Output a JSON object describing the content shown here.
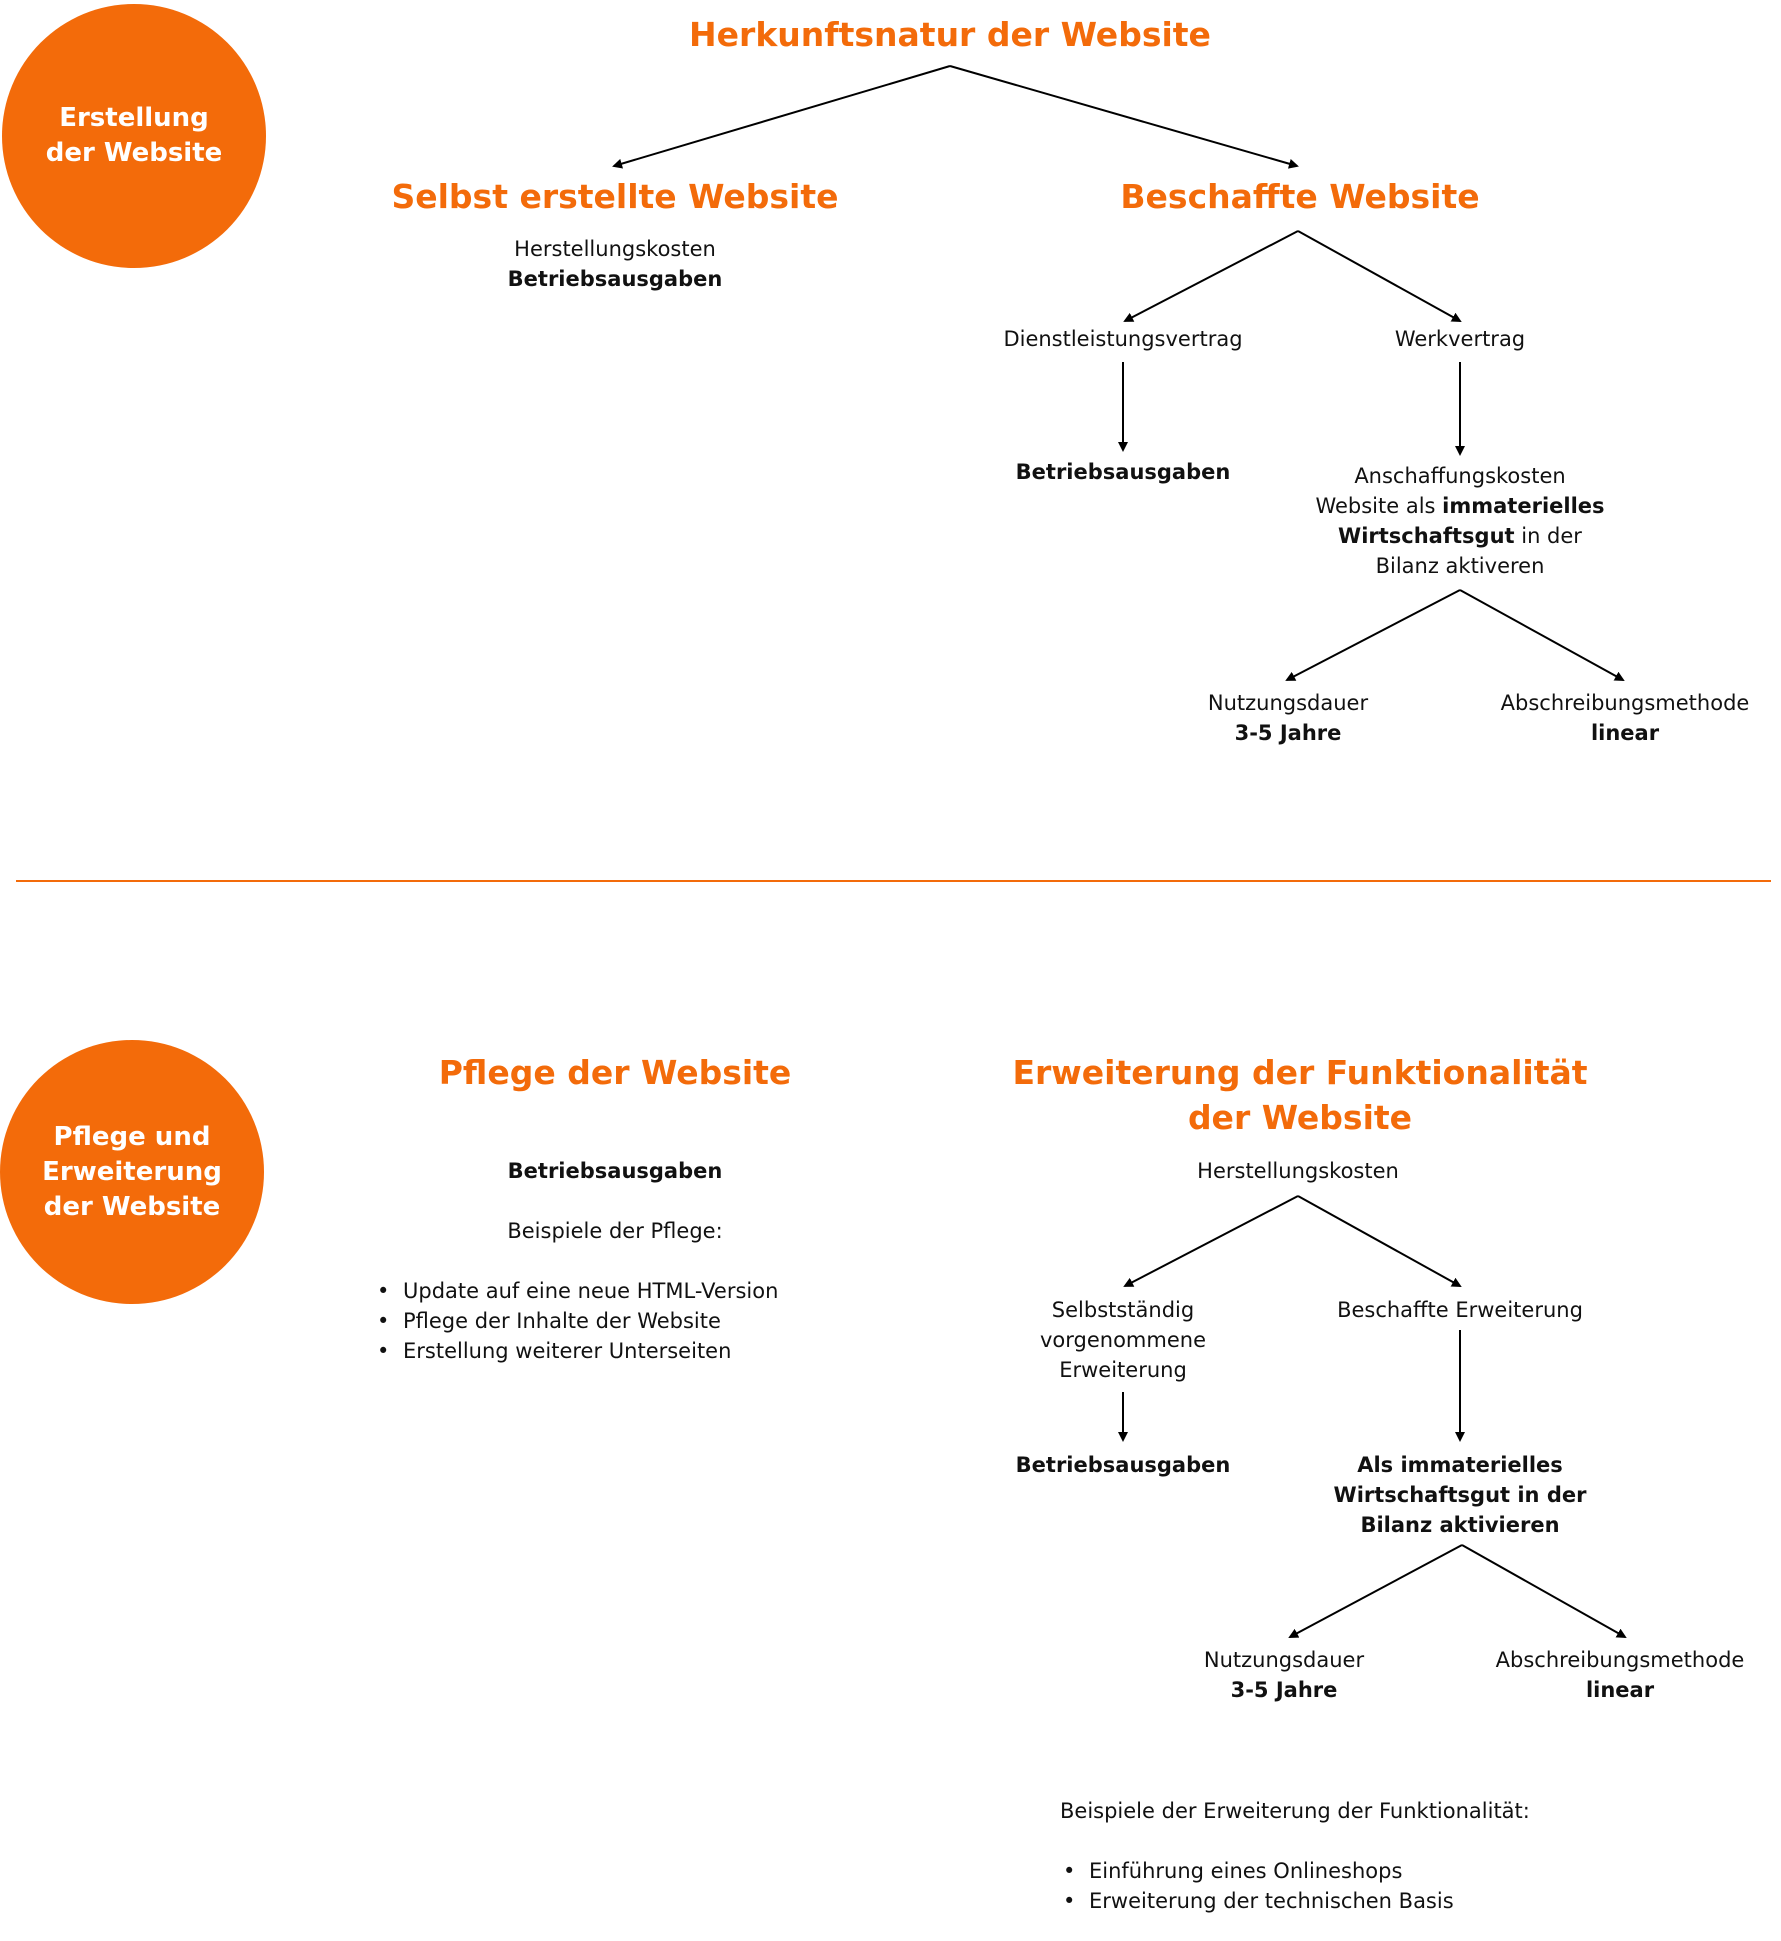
{
  "accent_color": "#f36b0a",
  "section1": {
    "circle_label_lines": [
      "Erstellung",
      "der Website"
    ],
    "main_title": "Herkunftsnatur der Website",
    "left": {
      "title": "Selbst erstellte Website",
      "line1": "Herstellungskosten",
      "line2": "Betriebsausgaben"
    },
    "right": {
      "title": "Beschaffte Website",
      "branch_a": {
        "label": "Dienstleistungsvertrag",
        "result": "Betriebsausgaben"
      },
      "branch_b": {
        "label": "Werkvertrag",
        "result_line1": "Anschaffungskosten",
        "result_line2_pre": "Website als ",
        "result_line2_bold": "immaterielles",
        "result_line3_bold": "Wirtschaftsgut",
        "result_line3_post": " in der",
        "result_line4": "Bilanz aktiveren",
        "sub_left": {
          "label": "Nutzungsdauer",
          "value": "3-5 Jahre"
        },
        "sub_right": {
          "label": "Abschreibungsmethode",
          "value": "linear"
        }
      }
    }
  },
  "section2": {
    "circle_label_lines": [
      "Pflege und",
      "Erweiterung",
      "der Website"
    ],
    "left": {
      "title": "Pflege der Website",
      "result": "Betriebsausgaben",
      "examples_heading": "Beispiele der Pflege:",
      "examples": [
        "Update auf eine neue HTML-Version",
        "Pflege der Inhalte der Website",
        "Erstellung weiterer Unterseiten"
      ]
    },
    "right": {
      "title_line1": "Erweiterung der Funktionalität",
      "title_line2": "der Website",
      "line1": "Herstellungskosten",
      "branch_a": {
        "label_lines": [
          "Selbstständig",
          "vorgenommene",
          "Erweiterung"
        ],
        "result": "Betriebsausgaben"
      },
      "branch_b": {
        "label": "Beschaffte Erweiterung",
        "result_lines": [
          "Als immaterielles",
          "Wirtschaftsgut in der",
          "Bilanz aktivieren"
        ],
        "sub_left": {
          "label": "Nutzungsdauer",
          "value": "3-5 Jahre"
        },
        "sub_right": {
          "label": "Abschreibungsmethode",
          "value": "linear"
        }
      },
      "examples_heading": "Beispiele der Erweiterung der Funktionalität:",
      "examples": [
        "Einführung eines Onlineshops",
        "Erweiterung der technischen Basis"
      ]
    }
  }
}
